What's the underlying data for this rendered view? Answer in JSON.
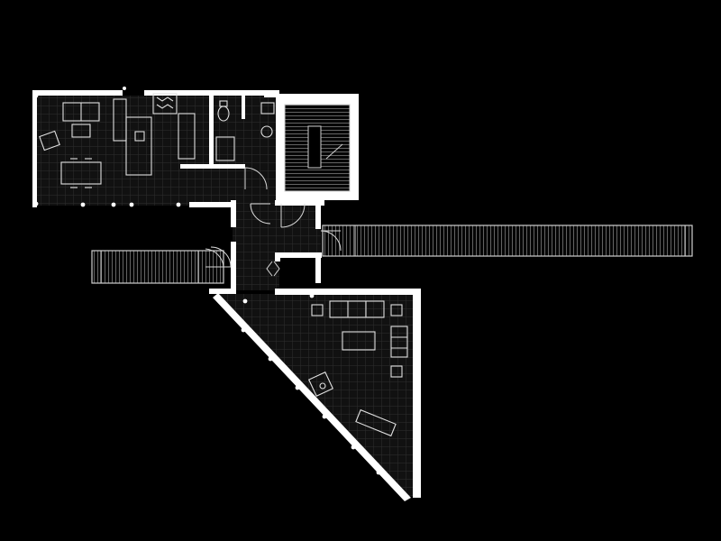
{
  "plan": {
    "colors": {
      "background": "#000000",
      "wall": "#ffffff",
      "floor_tile": "#2b2b2b",
      "floor_base": "#111111",
      "line": "#d8d8d8",
      "column": "#ffffff"
    },
    "areas": [
      "west-wing",
      "stair-core",
      "entry-hall",
      "triangular-living-room",
      "east-bridge",
      "west-stair"
    ]
  }
}
